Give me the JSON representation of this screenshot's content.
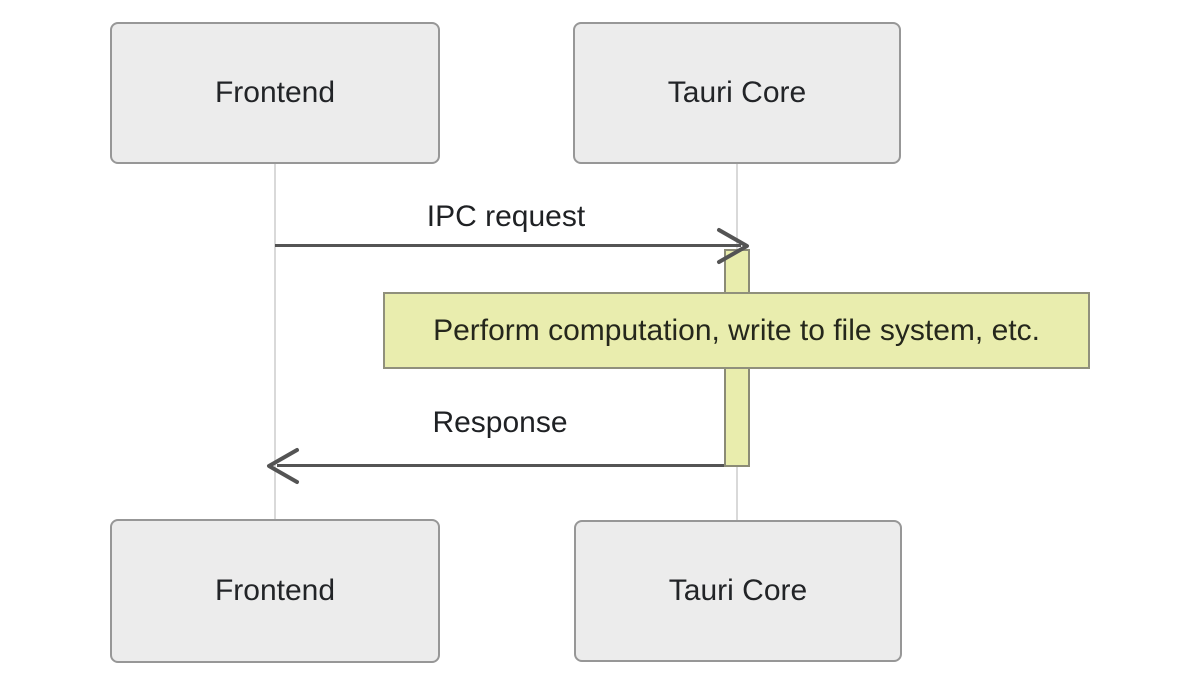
{
  "diagram": {
    "kind": "sequence-diagram",
    "background": "#ffffff",
    "actors": [
      {
        "id": "frontend",
        "label": "Frontend"
      },
      {
        "id": "tauri-core",
        "label": "Tauri Core"
      }
    ],
    "messages": [
      {
        "from": "frontend",
        "to": "tauri-core",
        "label": "IPC request",
        "direction": "right",
        "arrow_style": "open"
      },
      {
        "from": "tauri-core",
        "to": "frontend",
        "label": "Response",
        "direction": "left",
        "arrow_style": "open"
      }
    ],
    "note": {
      "text": "Perform computation, write to file system, etc.",
      "attached_to": "tauri-core"
    },
    "activation": {
      "actor": "tauri-core",
      "spans": "from IPC request to Response"
    },
    "colors": {
      "actor_fill": "#ececec",
      "actor_border": "#979797",
      "lifeline": "#d9d9d9",
      "arrow": "#545454",
      "note_fill": "#e9edae",
      "note_border": "#90907c",
      "activation_fill": "#e9edad",
      "activation_border": "#8b8b76",
      "text": "#1f2124"
    }
  }
}
